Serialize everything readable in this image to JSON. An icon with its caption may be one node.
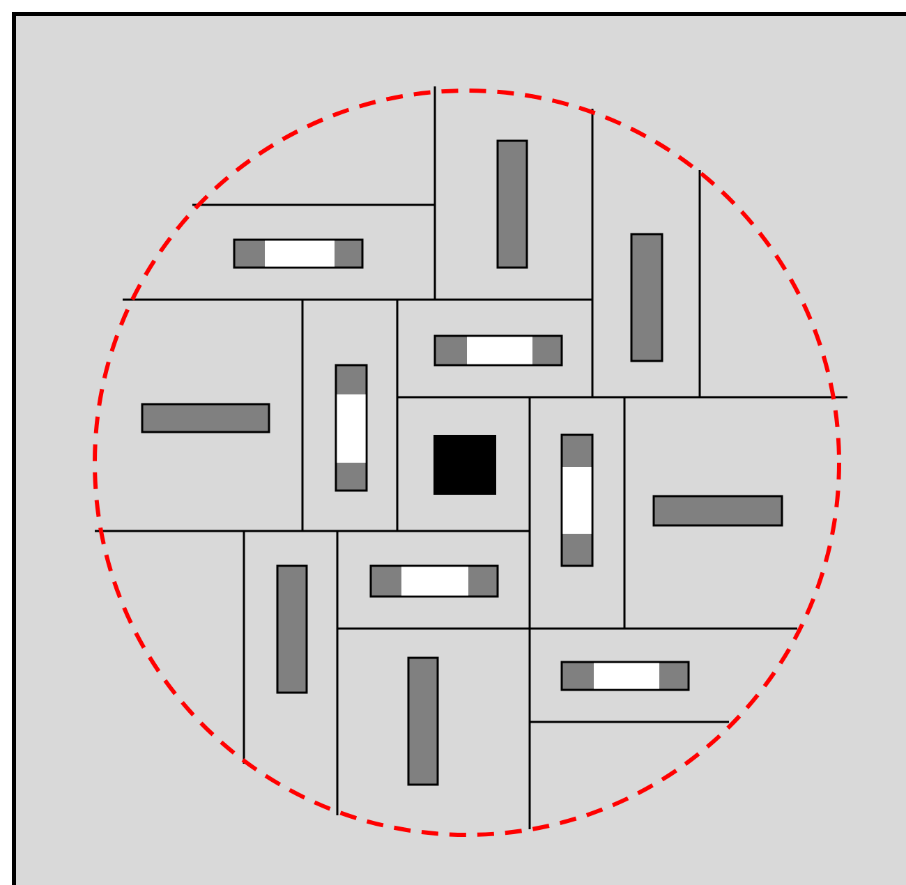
{
  "diagram": {
    "nodes": [
      {
        "text": [],
        "shape": "bar"
      },
      {
        "text": [],
        "shape": "bar"
      },
      {
        "text": [],
        "shape": "bar"
      },
      {
        "text": [],
        "shape": "bar"
      },
      {
        "text": [],
        "shape": "bar"
      },
      {
        "text": [],
        "shape": "bar"
      },
      {
        "text": [],
        "shape": "box"
      },
      {
        "text": [],
        "shape": "bar"
      },
      {
        "text": [],
        "shape": "bar"
      },
      {
        "text": [],
        "shape": "bar"
      },
      {
        "text": [],
        "shape": "bar"
      },
      {
        "text": [],
        "shape": "bar"
      },
      {
        "text": [],
        "shape": "bar"
      }
    ]
  }
}
